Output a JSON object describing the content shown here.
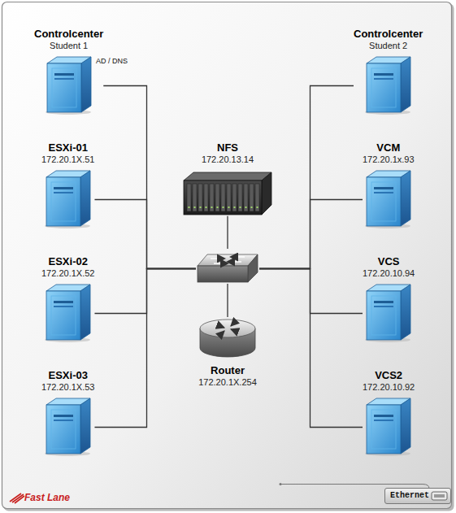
{
  "diagram": {
    "nodes": [
      {
        "text": [
          "Controlcenter",
          "Student 1",
          "AD / DNS"
        ]
      },
      {
        "text": [
          "ESXi-01",
          "172.20.1X.51"
        ]
      },
      {
        "text": [
          "ESXi-02",
          "172.20.1X.52"
        ]
      },
      {
        "text": [
          "ESXi-03",
          "172.20.1X.53"
        ]
      },
      {
        "text": [
          "NFS",
          "172.20.13.14"
        ]
      },
      {
        "text": []
      },
      {
        "text": [
          "Router",
          "172.20.1X.254"
        ]
      },
      {
        "text": [
          "Controlcenter",
          "Student 2"
        ]
      },
      {
        "text": [
          "VCM",
          "172.20.1x.93"
        ]
      },
      {
        "text": [
          "VCS",
          "172.20.10.94"
        ]
      },
      {
        "text": [
          "VCS2",
          "172.20.10.92"
        ]
      }
    ],
    "edges": [
      {
        "from": 0,
        "to": 5,
        "arrow": "none"
      },
      {
        "from": 1,
        "to": 5,
        "arrow": "none"
      },
      {
        "from": 2,
        "to": 5,
        "arrow": "none"
      },
      {
        "from": 3,
        "to": 5,
        "arrow": "none"
      },
      {
        "from": 4,
        "to": 5,
        "arrow": "none"
      },
      {
        "from": 6,
        "to": 5,
        "arrow": "none"
      },
      {
        "from": 7,
        "to": 5,
        "arrow": "none"
      },
      {
        "from": 8,
        "to": 5,
        "arrow": "none"
      },
      {
        "from": 9,
        "to": 5,
        "arrow": "none"
      },
      {
        "from": 10,
        "to": 5,
        "arrow": "none"
      }
    ],
    "labels": [
      "Fast Lane"
    ],
    "legend": [
      {
        "text": "Ethernet"
      }
    ]
  }
}
